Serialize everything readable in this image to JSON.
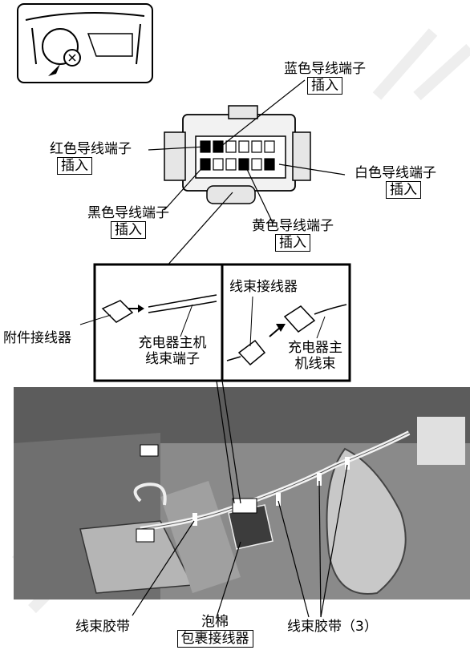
{
  "labels": {
    "blue_terminal": "蓝色导线端子",
    "blue_insert": "插入",
    "red_terminal": "红色导线端子",
    "red_insert": "插入",
    "white_terminal": "白色导线端子",
    "white_insert": "插入",
    "black_terminal": "黑色导线端子",
    "black_insert": "插入",
    "yellow_terminal": "黄色导线端子",
    "yellow_insert": "插入",
    "attachment_connector": "附件接线器",
    "charger_host_harness_terminal_line1": "充电器主机",
    "charger_host_harness_terminal_line2": "线束端子",
    "harness_connector": "线束接线器",
    "charger_host_harness_line1": "充电器主",
    "charger_host_harness_line2": "机线束",
    "harness_tie": "线束胶带",
    "foam": "泡棉",
    "wrap_connector": "包裹接线器",
    "harness_ties_3": "线束胶带（3）"
  },
  "colors": {
    "ink": "#000000",
    "photo_dark": "#4a4a4a",
    "photo_mid": "#8c8c8c",
    "photo_light": "#d0d0d0",
    "watermark": "#ececec"
  }
}
